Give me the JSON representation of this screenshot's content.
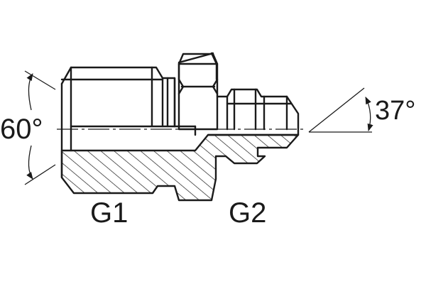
{
  "labels": {
    "angle_left": "60°",
    "angle_right": "37°",
    "port_left": "G1",
    "port_right": "G2"
  },
  "colors": {
    "line": "#1a1a1a",
    "background": "#ffffff"
  }
}
